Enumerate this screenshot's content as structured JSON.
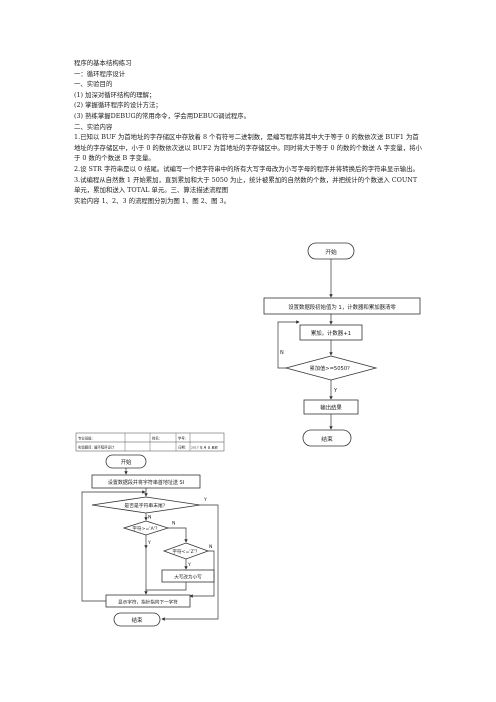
{
  "doc": {
    "title": "程序的基本结构练习",
    "part1": "一：循环程序设计",
    "sec1": "一、实验目的",
    "goals": [
      "(1)  加深对循环结构的理解；",
      "(2)  掌握循环程序的设计方法；",
      "(3)  熟练掌握DEBUG的常用命令，学会用DEBUG调试程序。"
    ],
    "sec2": "二、实验内容",
    "items": [
      "1.已知以 BUF 为首地址的字存储区中存放着 8 个有符号二进制数，是编写程序将其中大于等于 0 的数依次送 BUF1 为首地址的字存储区中，小于 0 的数依次送以 BUF2 为首地址的字存储区中。同时将大于等于 0 的数的个数送 A 字变量，将小于 0 数的个数送 B 字变量。",
      "2.设 STR 字符串是以 0 结尾。试编写一个把字符串中的所有大写字母改为小写字母的程序并将转换后的字符串显示输出。",
      "3.试编程从自然数 1 开始累加，直到累加和大于 5050 为止，统计被累加的自然数的个数，并把统计的个数送入 COUNT 单元，累加和送入 TOTAL 单元。三、算法描述流程图",
      "实验内容 1、2、3 的流程图分别为图 1、图 2、图 3。"
    ]
  },
  "flow3": {
    "start": "开始",
    "init": "设置数据段初始值为 1，计数器和累加器清零",
    "accum": "累加，计数器+1",
    "cond": "累加值>=5050？",
    "no": "N",
    "yes": "Y",
    "output": "输出结果",
    "end": "结束"
  },
  "table": {
    "r1": [
      "专业班级：",
      "姓名：",
      "学号："
    ],
    "r2": [
      "实验题目：",
      "循环程序设计",
      "日期：",
      "2017 年 月 日 星期"
    ]
  },
  "flow2": {
    "start": "开始",
    "init": "设置数据段并将字符串首地址送 SI",
    "cond1": "是否是字符串末尾？",
    "cond1_yes": "Y",
    "cond1_no": "N",
    "cond2": "字符>='A'？",
    "cond2_yes": "Y",
    "cond2_no": "N",
    "cond3": "字符<='Z'？",
    "cond3_yes": "Y",
    "cond3_no": "N",
    "convert": "大写改为小写",
    "next": "显示字符，指针指向下一字符",
    "end": "结束"
  }
}
